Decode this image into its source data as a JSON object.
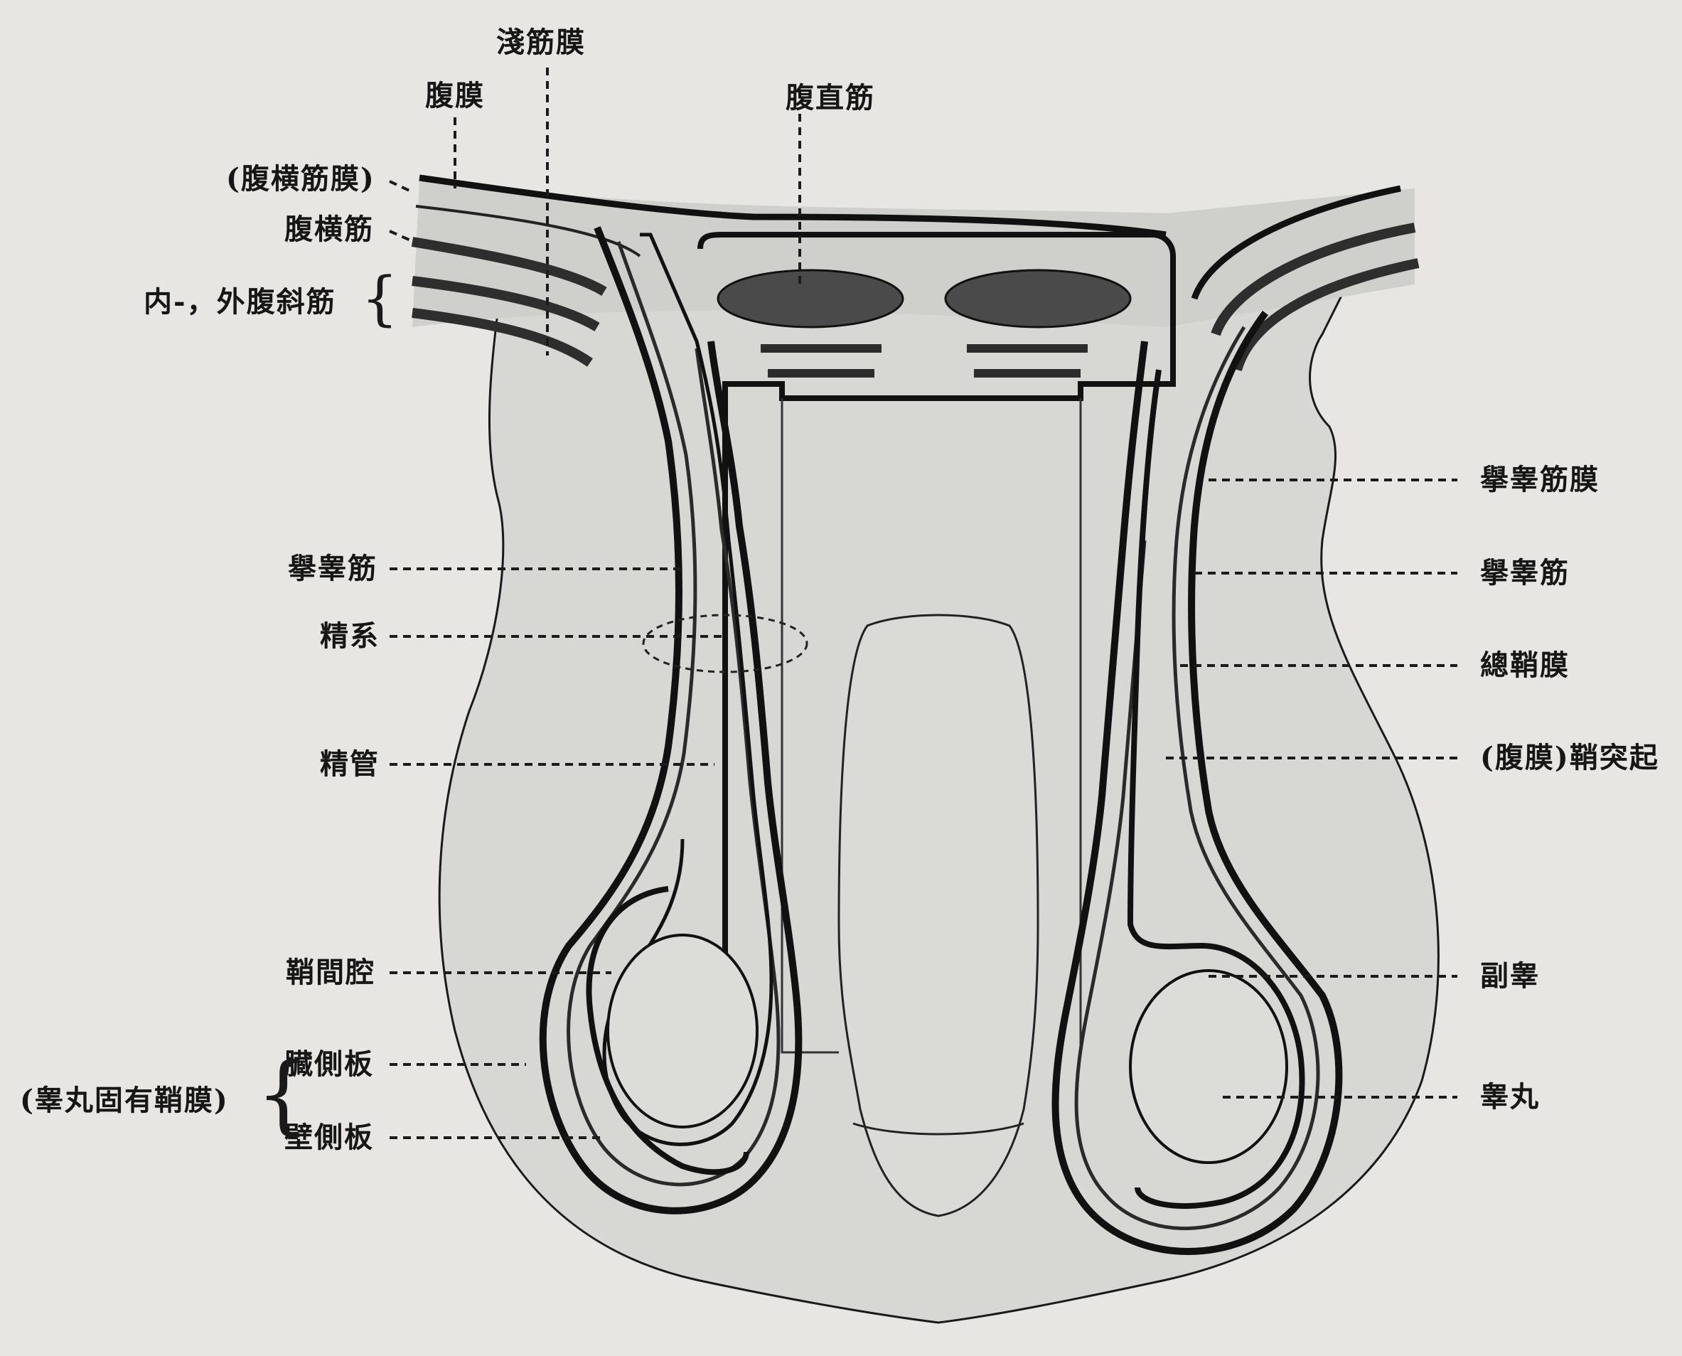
{
  "labels": {
    "shallow_fascia": "淺筋膜",
    "peritoneum": "腹膜",
    "rectus_abdominis": "腹直筋",
    "transversalis_fascia": "(腹横筋膜)",
    "transversus_abdominis": "腹横筋",
    "obliques": "内-，外腹斜筋",
    "cremaster_left": "擧睾筋",
    "spermatic_cord": "精系",
    "vas_deferens": "精管",
    "vaginal_cavity": "鞘間腔",
    "visceral_layer": "臓側板",
    "parietal_layer": "壁側板",
    "tunica_vaginalis_testis": "(睾丸固有鞘膜)",
    "cremasteric_fascia": "擧睾筋膜",
    "cremaster_right": "擧睾筋",
    "common_vaginal_tunic": "總鞘膜",
    "processus_vaginalis": "(腹膜)鞘突起",
    "epididymis": "副睾",
    "testis": "睾丸"
  },
  "colors": {
    "background": "#e7e6e2",
    "ink": "#161616",
    "tissue_fill": "#d7d7d3",
    "muscle_band": "#3a3a3a"
  }
}
